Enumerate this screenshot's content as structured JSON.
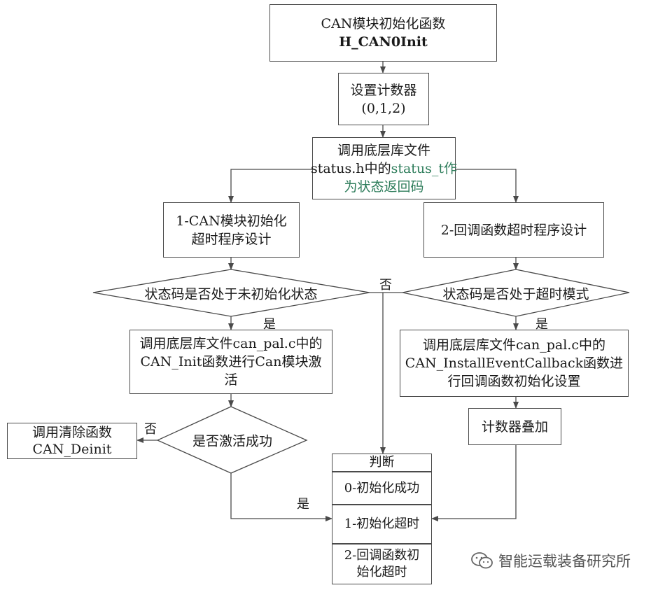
{
  "nodes": {
    "init_func": {
      "line1": "CAN模块初始化函数",
      "line2": "H_CAN0Init"
    },
    "set_counter": {
      "line1": "设置计数器",
      "line2": "(0,1,2)"
    },
    "call_status": {
      "line1": "调用底层库文件",
      "line2_a": "status.h中的",
      "line2_b": "status_t作",
      "line3": "为状态返回码"
    },
    "timeout_design_1": {
      "line1": "1-CAN模块初始化",
      "line2": "超时程序设计"
    },
    "timeout_design_2": {
      "text": "2-回调函数超时程序设计"
    },
    "diamond_uninit": {
      "text": "状态码是否处于未初始化状态"
    },
    "diamond_timeout": {
      "text": "状态码是否处于超时模式"
    },
    "call_can_init": {
      "line1": "调用底层库文件can_pal.c中的",
      "line2": "CAN_Init函数进行Can模块激",
      "line3": "活"
    },
    "call_install_cb": {
      "line1": "调用底层库文件can_pal.c中的",
      "line2": "CAN_InstallEventCallback函数进",
      "line3": "行回调函数初始化设置"
    },
    "diamond_activated": {
      "text": "是否激活成功"
    },
    "call_deinit": {
      "line1": "调用清除函数",
      "line2": "CAN_Deinit"
    },
    "counter_add": {
      "text": "计数器叠加"
    }
  },
  "judge_table": {
    "header": "判断",
    "row0": "0-初始化成功",
    "row1": "1-初始化超时",
    "row2_line1": "2-回调函数初",
    "row2_line2": "始化超时"
  },
  "edge_labels": {
    "no_top": "否",
    "yes_left": "是",
    "yes_right": "是",
    "no_deinit": "否",
    "yes_bottom": "是"
  },
  "watermark": {
    "text": "智能运载装备研究所",
    "icon": "wechat-icon"
  },
  "colors": {
    "line": "#4a4a4a",
    "accent_text": "#2e7d5b"
  }
}
